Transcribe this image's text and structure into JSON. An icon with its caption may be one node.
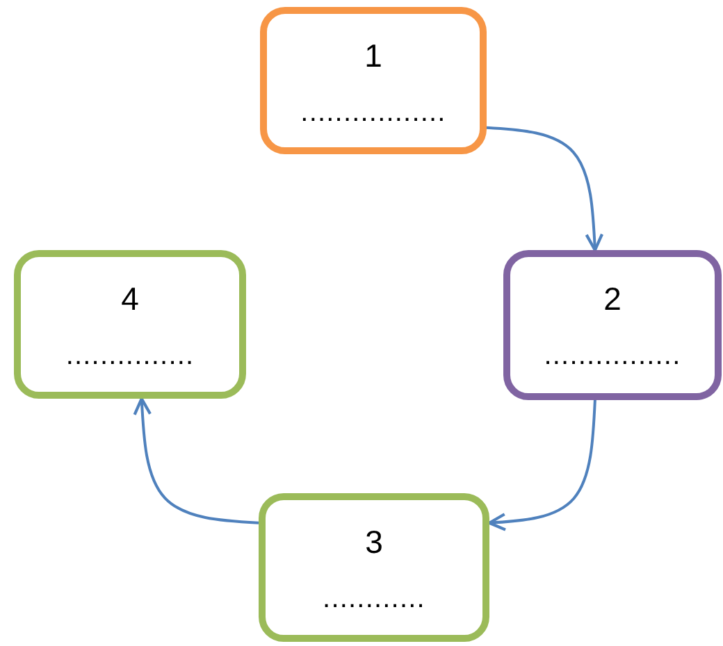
{
  "diagram": {
    "nodes": [
      {
        "text": [
          "1",
          "................."
        ]
      },
      {
        "text": [
          "2",
          "................"
        ]
      },
      {
        "text": [
          "3",
          "............"
        ]
      },
      {
        "text": [
          "4",
          "..............."
        ]
      }
    ],
    "edges": [
      {
        "from": 0,
        "to": 1,
        "arrow": "to"
      },
      {
        "from": 1,
        "to": 2,
        "arrow": "to"
      },
      {
        "from": 2,
        "to": 3,
        "arrow": "to"
      }
    ]
  }
}
